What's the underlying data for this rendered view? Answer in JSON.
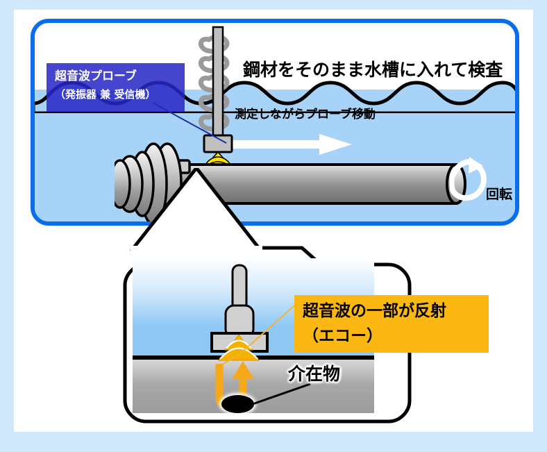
{
  "diagram": {
    "colors": {
      "page_background": "#cfe9fb",
      "card_background": "#ffffff",
      "panel_border": "#0b6ee8",
      "water": "#a6d3f7",
      "probe_callout_bg": "#2826c5",
      "echo_callout_bg": "#fbb712",
      "steel_gray": "#a8a8a8",
      "sonic_yellow": "#ffdd00",
      "echo_orange": "#f5a818",
      "inclusion_black": "#000000"
    },
    "tank_panel": {
      "title": "鋼材をそのまま水槽に入れて検査",
      "move_label": "測定しながらプローブ移動",
      "rotation_label": "回転",
      "probe_callout": {
        "line1": "超音波プローブ",
        "line2": "（発振器 兼 受信機）"
      },
      "icons": {
        "move_arrow": "arrow-right-icon",
        "rotation": "rotation-arrow-icon",
        "water_surface": "wave-line-icon",
        "sonic_cone": "ultrasonic-wave-icon",
        "probe": "ultrasonic-probe-icon",
        "steel_bar": "steel-bar-icon",
        "chuck": "lathe-chuck-icon"
      }
    },
    "detail_panel": {
      "echo_callout": {
        "line1": "超音波の一部が反射",
        "line2": "（エコー）"
      },
      "inclusion_label": "介在物",
      "icons": {
        "probe": "ultrasonic-probe-icon",
        "sonic_cone": "ultrasonic-wave-icon",
        "echo_arrow": "echo-return-arrow-icon",
        "inclusion": "inclusion-defect-icon",
        "zoom_connector": "magnify-triangle-icon"
      }
    }
  }
}
